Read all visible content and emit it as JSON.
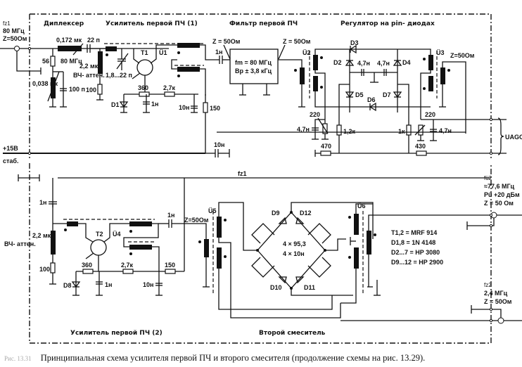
{
  "sections": {
    "diplexer": "Диплексер",
    "amp1": "Усилитель первой ПЧ  (1)",
    "filter": "Фильтр первой ПЧ",
    "regulator": "Регулятор на pin- диодах",
    "amp2": "Усилитель первой ПЧ  (2)",
    "mixer": "Второй смеситель"
  },
  "ports": {
    "input": {
      "name": "fz1",
      "freq": "80 МГц",
      "z": "Z=50Ом"
    },
    "power": {
      "voltage": "+15В",
      "note": "стаб."
    },
    "fz1_bus": "fz1",
    "lo": {
      "name": "fü2",
      "freq": "≈77,6 МГц",
      "power": "Pü  +20 дБм",
      "z": "Z = 50 Ом"
    },
    "output": {
      "name": "fz2",
      "freq": "2,4 МГц",
      "z": "Z = 50Ом"
    },
    "agc": "UAGC"
  },
  "components": {
    "L_dip1": "0,172 мк",
    "L_dip_freq": "80 МГц",
    "R56": "56",
    "L_dip2": "0,038 мк",
    "C100p": "100 п",
    "C22p": "22 п",
    "L22": "2,2 мк",
    "hf_atten": "ВЧ- аттен.",
    "R100a": "100",
    "Ctrim": "1,8...22 п",
    "T1": "T1",
    "U1": "Ü1",
    "R360a": "360",
    "R27a": "2,7к",
    "D1": "D1",
    "C1n_a": "1н",
    "C10n_a": "10н",
    "R150a": "150",
    "C1n_b": "1н",
    "C10n_b": "10н",
    "z50_1": "Z = 50Ом",
    "z50_2": "Z = 50Ом",
    "filter_fm": "fm = 80 МГц",
    "filter_bw": "Bp ± 3,8 кГц",
    "U2": "Ü2",
    "U3": "Ü3",
    "z50_3": "Z=50Ом",
    "D2": "D2",
    "D3": "D3",
    "D4": "D4",
    "D5": "D5",
    "D6": "D6",
    "D7": "D7",
    "C47a": "4,7н",
    "C47b": "4,7н",
    "R220a": "220",
    "C47c": "4,7н",
    "R12k": "1,2к",
    "R470": "470",
    "R1k": "1к",
    "R220b": "220",
    "C47d": "4,7н",
    "R430": "430",
    "C1n_c": "1н",
    "L22b": "2,2 мк",
    "hf_atten2": "ВЧ- аттен.",
    "R100b": "100",
    "T2": "T2",
    "U4": "Ü4",
    "C1n_d": "1н",
    "z50_4": "Z=50Ом",
    "R360b": "360",
    "R27b": "2,7к",
    "R150b": "150",
    "D8": "D8",
    "C1n_e": "1н",
    "C10n_e": "10н",
    "U5": "Ü5",
    "U6": "Ü6",
    "D9": "D9",
    "D10": "D10",
    "D11": "D11",
    "D12": "D12",
    "bridge_r": "4 × 95,3",
    "bridge_c": "4 × 10н"
  },
  "parts_list": [
    "T1,2 = MRF 914",
    "D1,8 = 1N 4148",
    "D2...7 = HP 3080",
    "D9...12 = HP 2900"
  ],
  "caption": {
    "number": "Рис. 13.31",
    "text": "Принципиальная схема усилителя первой ПЧ и второго смесителя (продолжение схемы на рис. 13.29)."
  }
}
